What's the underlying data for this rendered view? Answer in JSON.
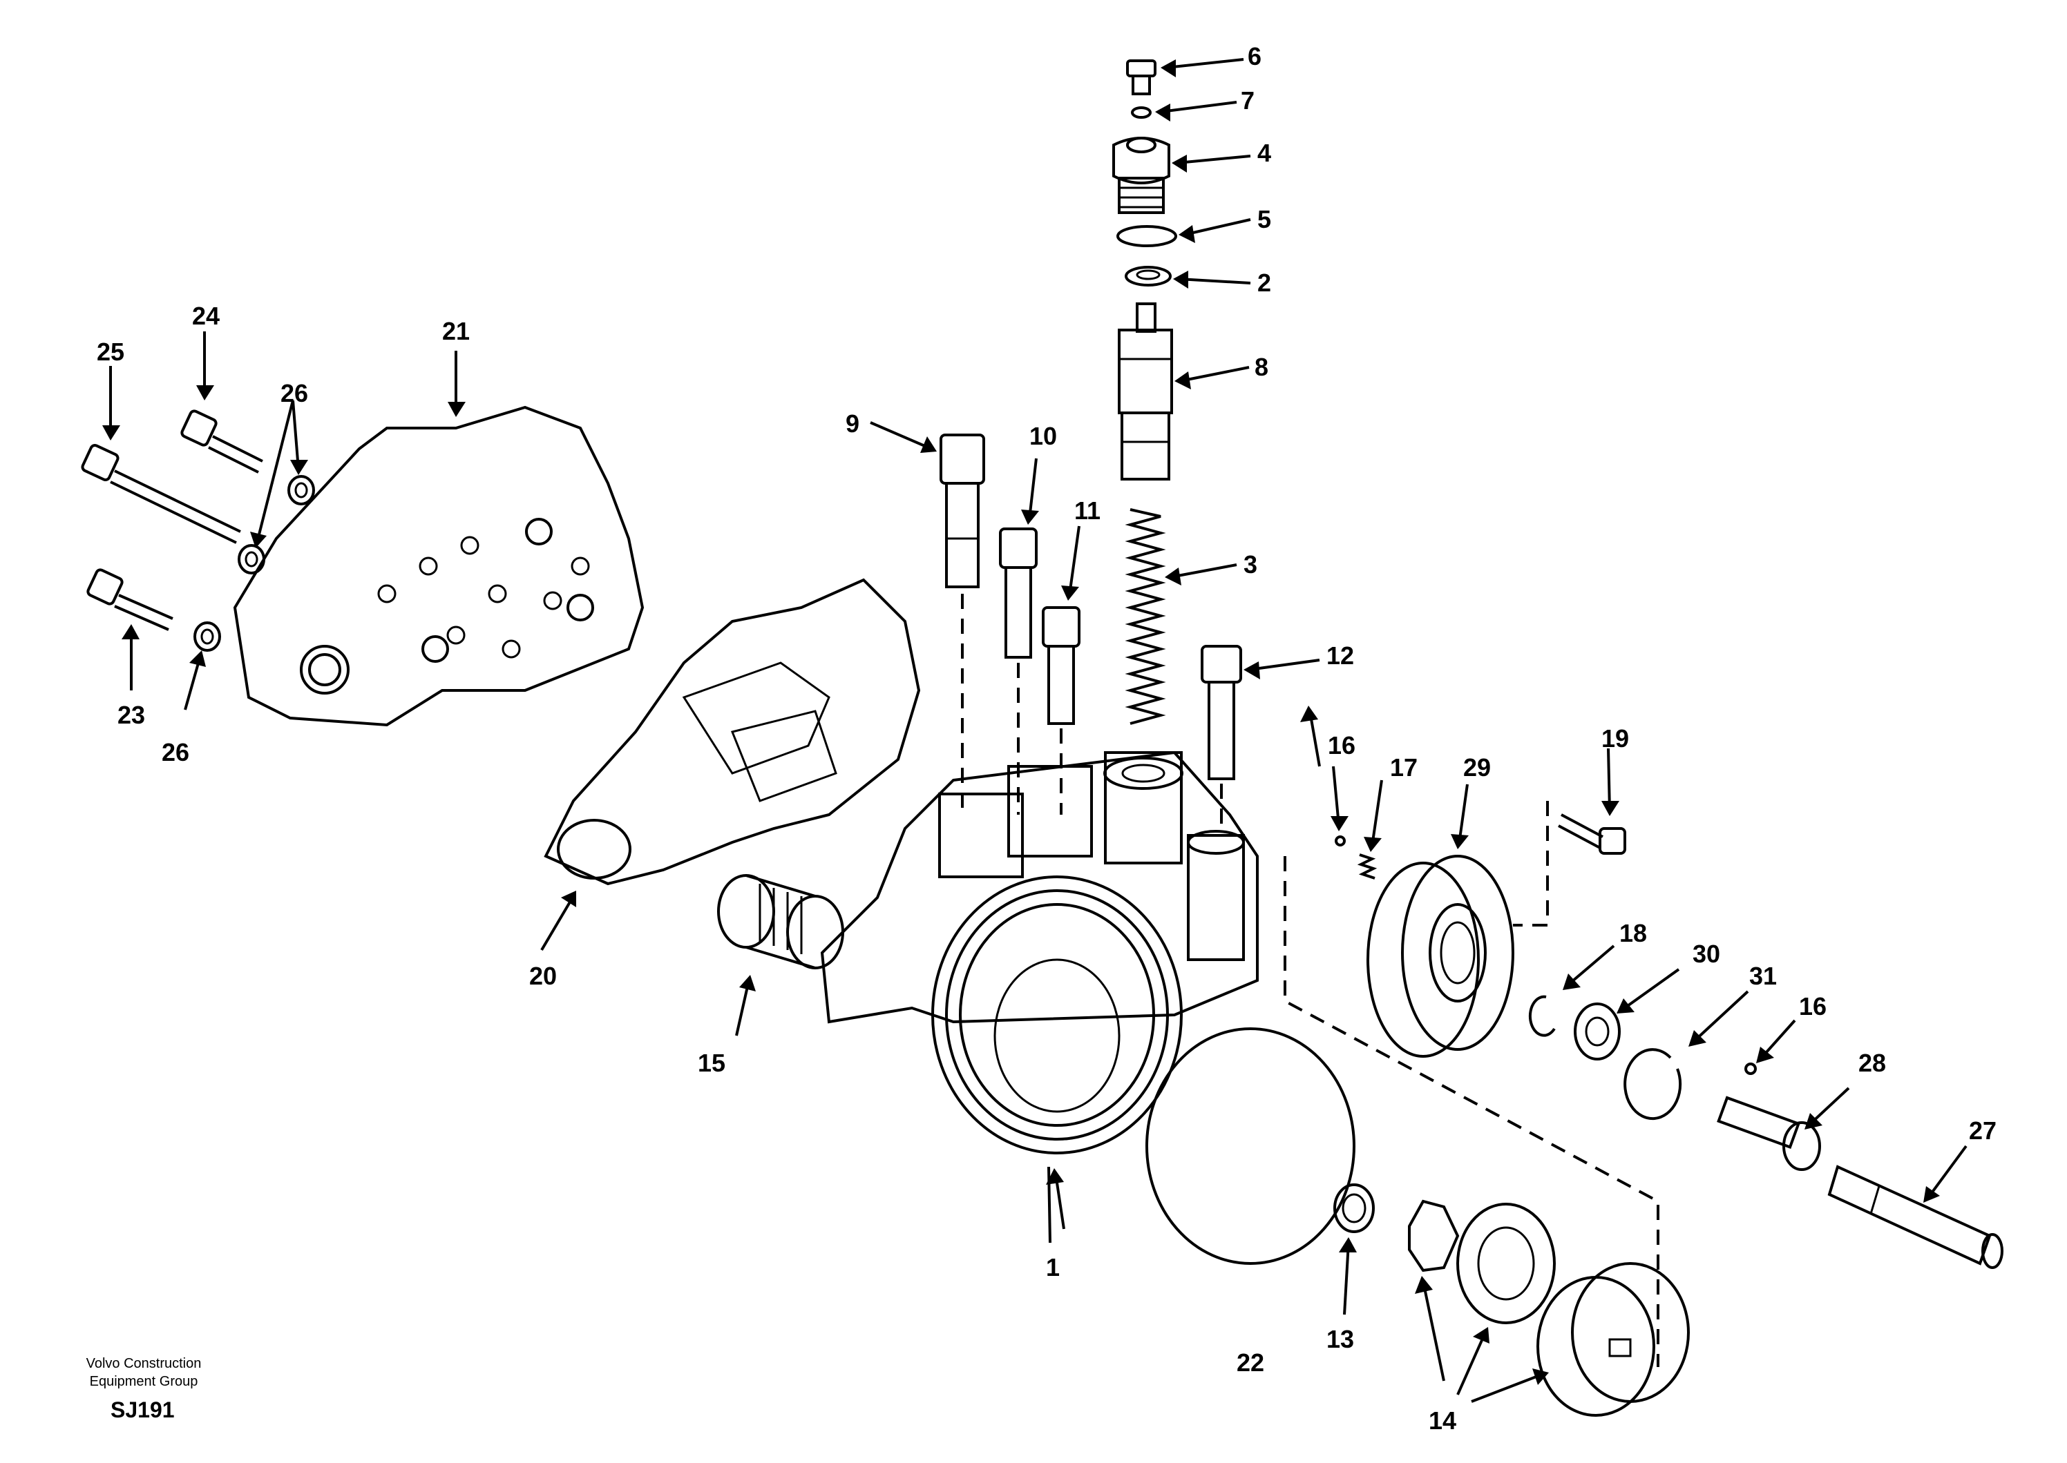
{
  "diagram": {
    "callouts": {
      "p1": "1",
      "p2": "2",
      "p3": "3",
      "p4": "4",
      "p5": "5",
      "p6": "6",
      "p7": "7",
      "p8": "8",
      "p9": "9",
      "p10": "10",
      "p11": "11",
      "p12": "12",
      "p13": "13",
      "p14": "14",
      "p15": "15",
      "p16a": "16",
      "p16b": "16",
      "p17": "17",
      "p18": "18",
      "p19": "19",
      "p20": "20",
      "p21": "21",
      "p22": "22",
      "p23": "23",
      "p24": "24",
      "p25": "25",
      "p26a": "26",
      "p26b": "26",
      "p27": "27",
      "p28": "28",
      "p29": "29",
      "p30": "30",
      "p31": "31"
    },
    "credit_line1": "Volvo Construction",
    "credit_line2": "Equipment Group",
    "figure_code": "SJ191"
  }
}
